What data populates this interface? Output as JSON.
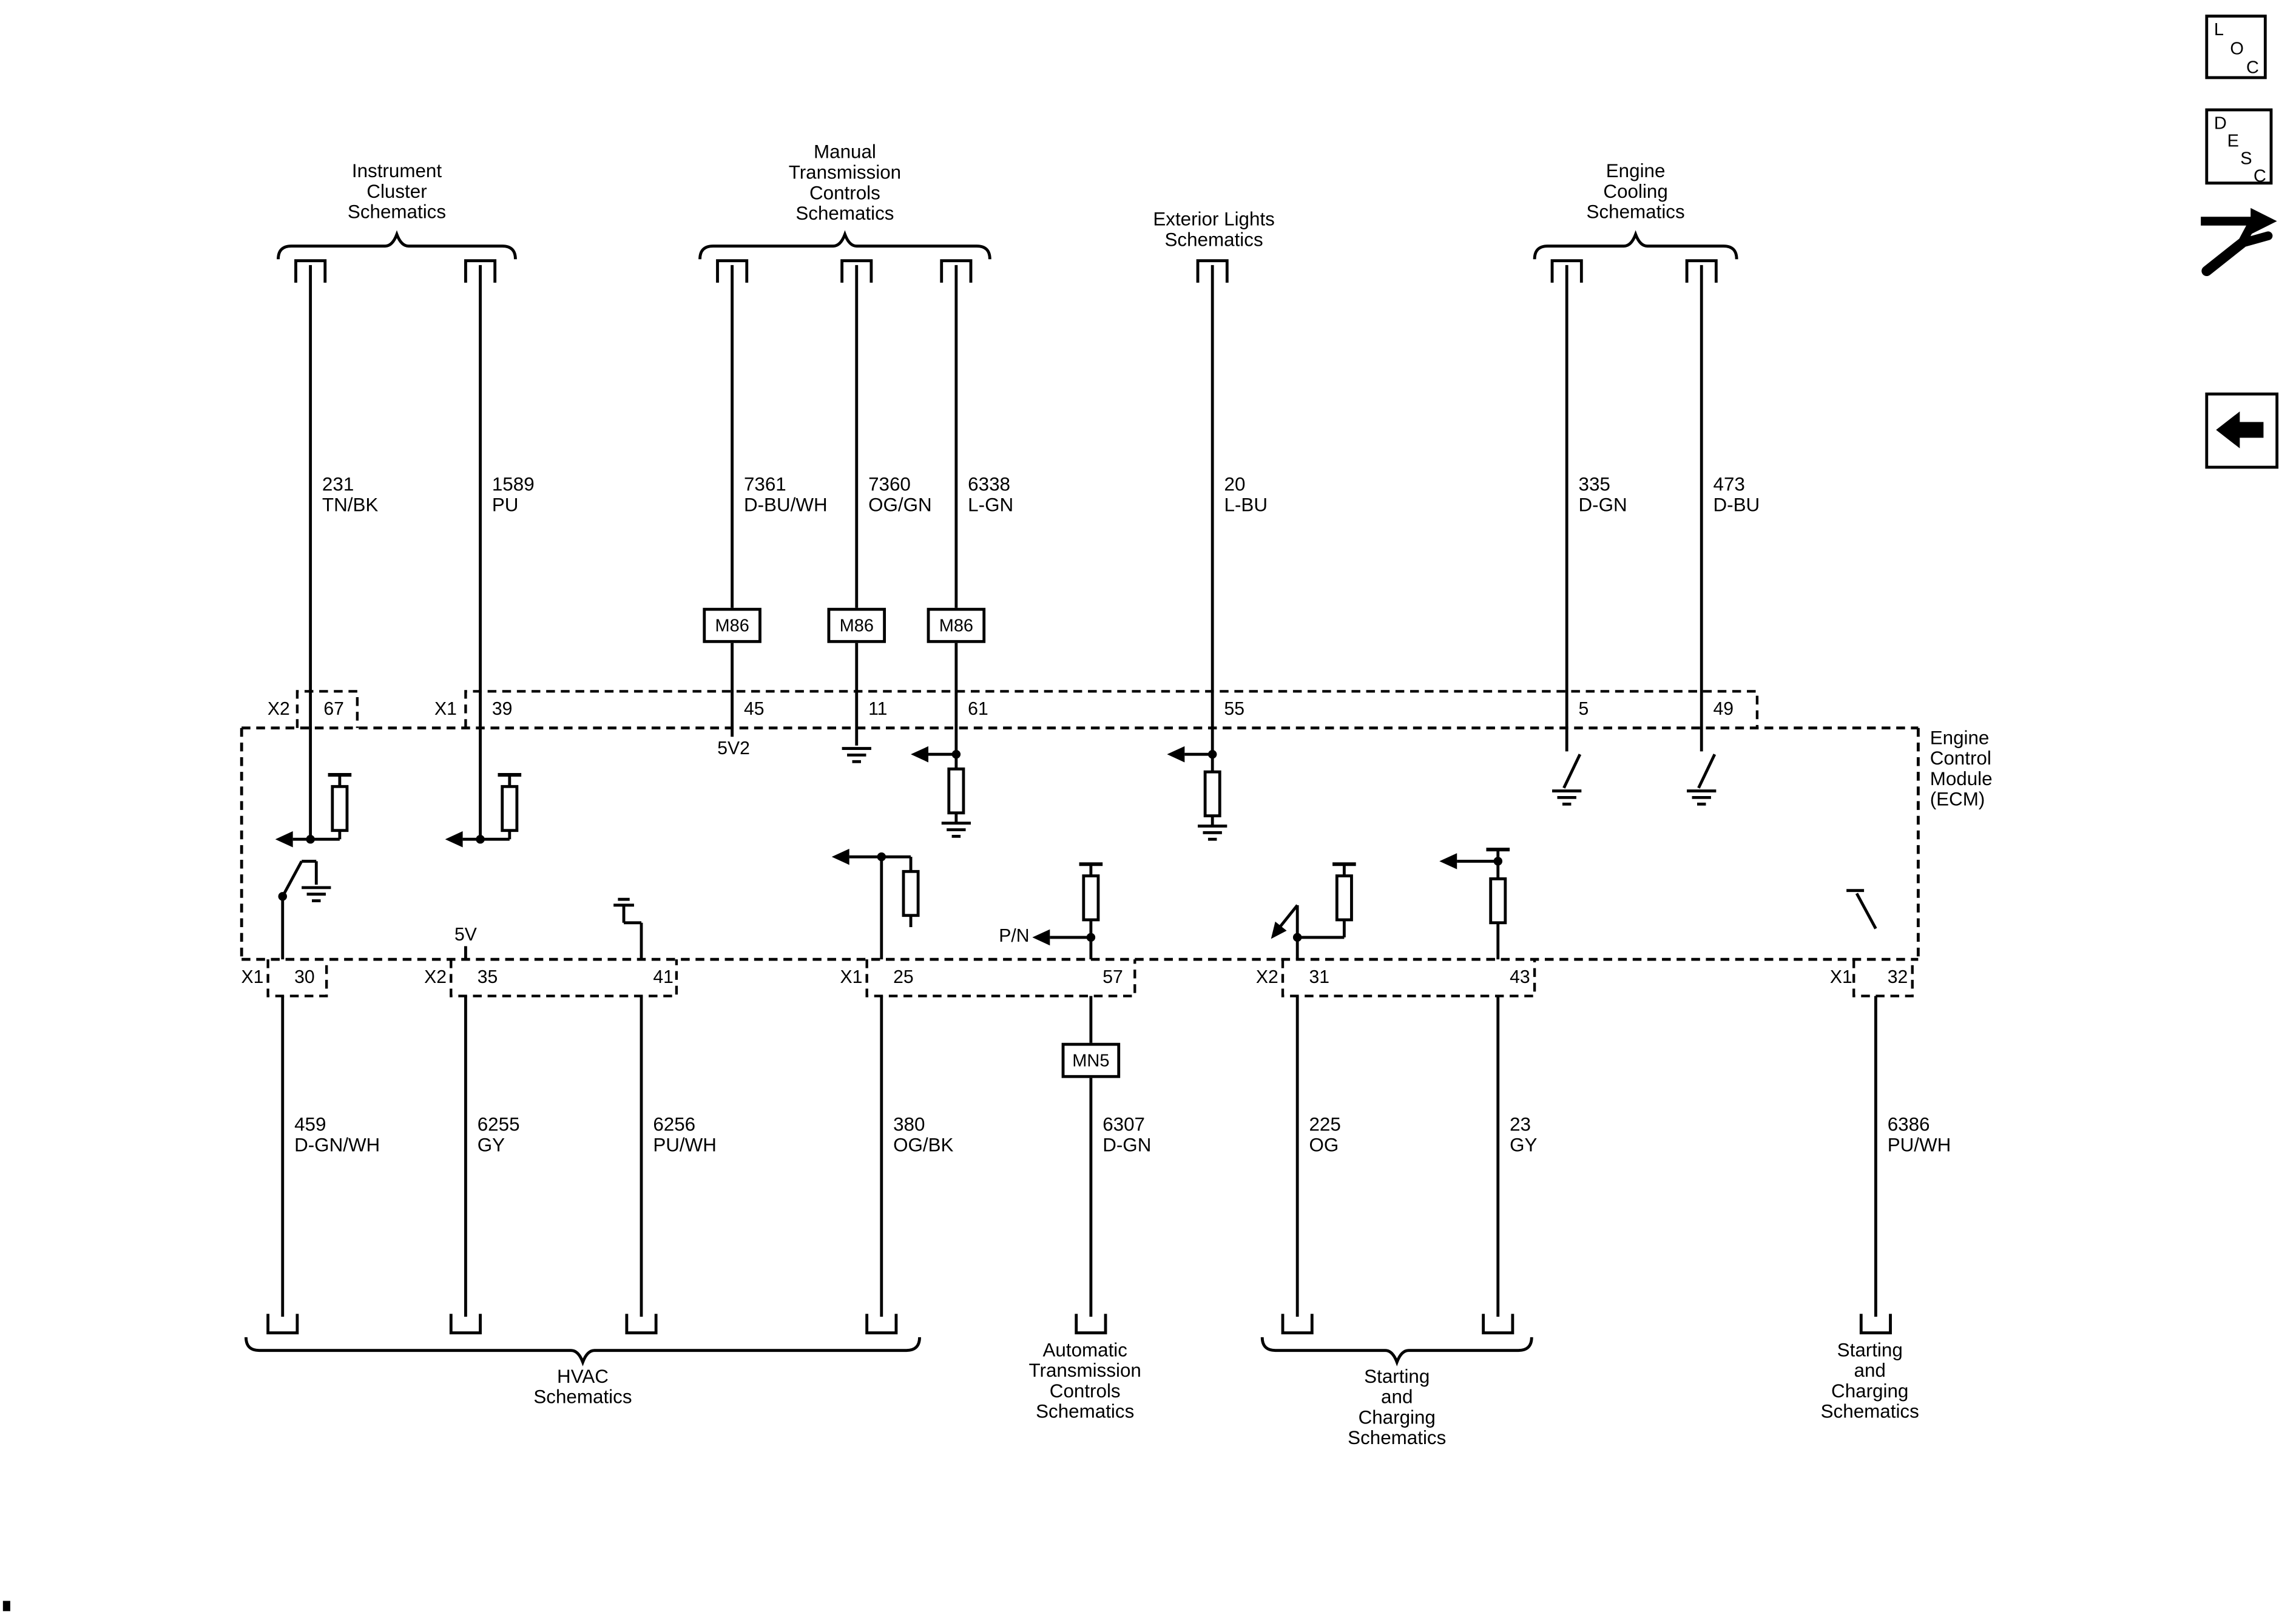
{
  "palette": {
    "background": "#ffffff",
    "line": "#000000"
  },
  "toolbar": {
    "loc_letters": [
      "L",
      "O",
      "C"
    ],
    "desc_letters": [
      "D",
      "E",
      "S",
      "C"
    ],
    "tools_icon": "wrench-arrow",
    "back_icon": "left-arrow"
  },
  "ecm": {
    "label": "Engine\nControl\nModule\n(ECM)"
  },
  "top_groups": [
    {
      "label": "Instrument\nCluster\nSchematics"
    },
    {
      "label": "Manual\nTransmission\nControls\nSchematics"
    },
    {
      "label": "Exterior Lights\nSchematics"
    },
    {
      "label": "Engine\nCooling\nSchematics"
    }
  ],
  "top_wires": [
    {
      "connector": "X2",
      "pin": "67",
      "circuit": "231",
      "color": "TN/BK"
    },
    {
      "connector": "X1",
      "pin": "39",
      "circuit": "1589",
      "color": "PU"
    },
    {
      "pin": "45",
      "circuit": "7361",
      "color": "D-BU/WH",
      "splice": "M86",
      "net": "5V2"
    },
    {
      "pin": "11",
      "circuit": "7360",
      "color": "OG/GN",
      "splice": "M86"
    },
    {
      "pin": "61",
      "circuit": "6338",
      "color": "L-GN",
      "splice": "M86"
    },
    {
      "pin": "55",
      "circuit": "20",
      "color": "L-BU"
    },
    {
      "pin": "5",
      "circuit": "335",
      "color": "D-GN"
    },
    {
      "pin": "49",
      "circuit": "473",
      "color": "D-BU"
    }
  ],
  "bottom_wires": [
    {
      "connector": "X1",
      "pin": "30",
      "circuit": "459",
      "color": "D-GN/WH"
    },
    {
      "connector": "X2",
      "pin": "35",
      "circuit": "6255",
      "color": "GY",
      "net": "5V"
    },
    {
      "pin": "41",
      "circuit": "6256",
      "color": "PU/WH"
    },
    {
      "connector": "X1",
      "pin": "25",
      "circuit": "380",
      "color": "OG/BK"
    },
    {
      "pin": "57",
      "circuit": "6307",
      "color": "D-GN",
      "splice": "MN5",
      "signal": "P/N"
    },
    {
      "connector": "X2",
      "pin": "31",
      "circuit": "225",
      "color": "OG"
    },
    {
      "pin": "43",
      "circuit": "23",
      "color": "GY"
    },
    {
      "connector": "X1",
      "pin": "32",
      "circuit": "6386",
      "color": "PU/WH"
    }
  ],
  "bottom_groups": [
    {
      "label": "HVAC\nSchematics"
    },
    {
      "label": "Automatic\nTransmission\nControls\nSchematics"
    },
    {
      "label": "Starting\nand\nCharging\nSchematics"
    },
    {
      "label": "Starting\nand\nCharging\nSchematics"
    }
  ]
}
